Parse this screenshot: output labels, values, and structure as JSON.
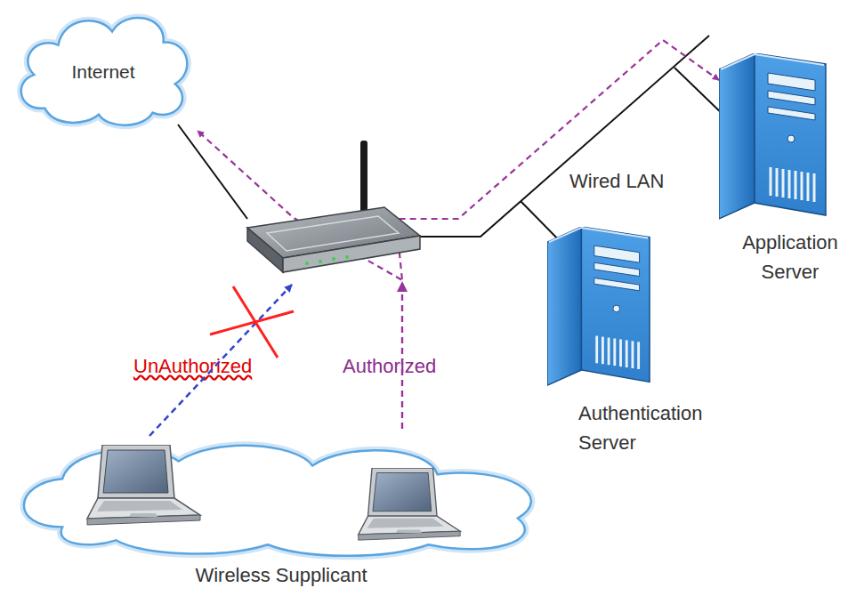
{
  "diagram": {
    "nodes": [
      {
        "text": [
          "Internet"
        ]
      },
      {
        "text": [
          "Application Server"
        ]
      },
      {
        "text": [
          "Authentication Server"
        ]
      },
      {
        "text": [
          "Wireless Supplicant"
        ]
      }
    ],
    "edges": [
      {
        "from": 3,
        "to": 0,
        "arrow": "to"
      },
      {
        "from": 3,
        "to": 1,
        "arrow": "to"
      }
    ],
    "labels": [
      "Wired LAN",
      "UnAuthorized",
      "Authorized"
    ]
  }
}
